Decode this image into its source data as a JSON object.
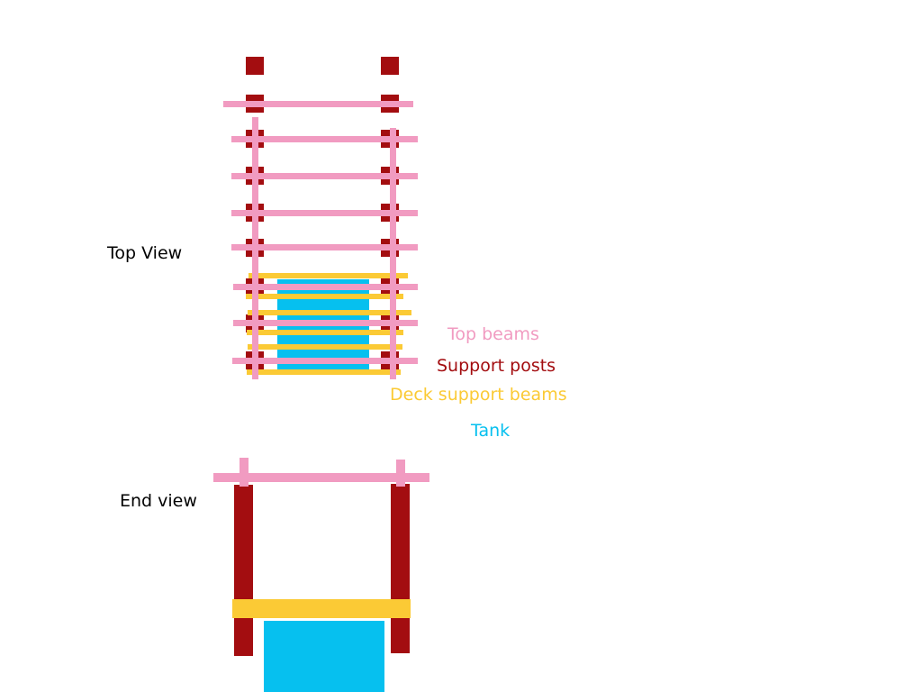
{
  "views": {
    "top_label": "Top View",
    "end_label": "End view"
  },
  "legend": {
    "top_beams": "Top beams",
    "support_posts": "Support posts",
    "deck_support_beams": "Deck support beams",
    "tank": "Tank"
  },
  "colors": {
    "top_beams": "#f19bc1",
    "support_posts": "#a30d10",
    "deck_support_beams": "#fbca35",
    "tank": "#06c0ef",
    "text": "#000000"
  }
}
